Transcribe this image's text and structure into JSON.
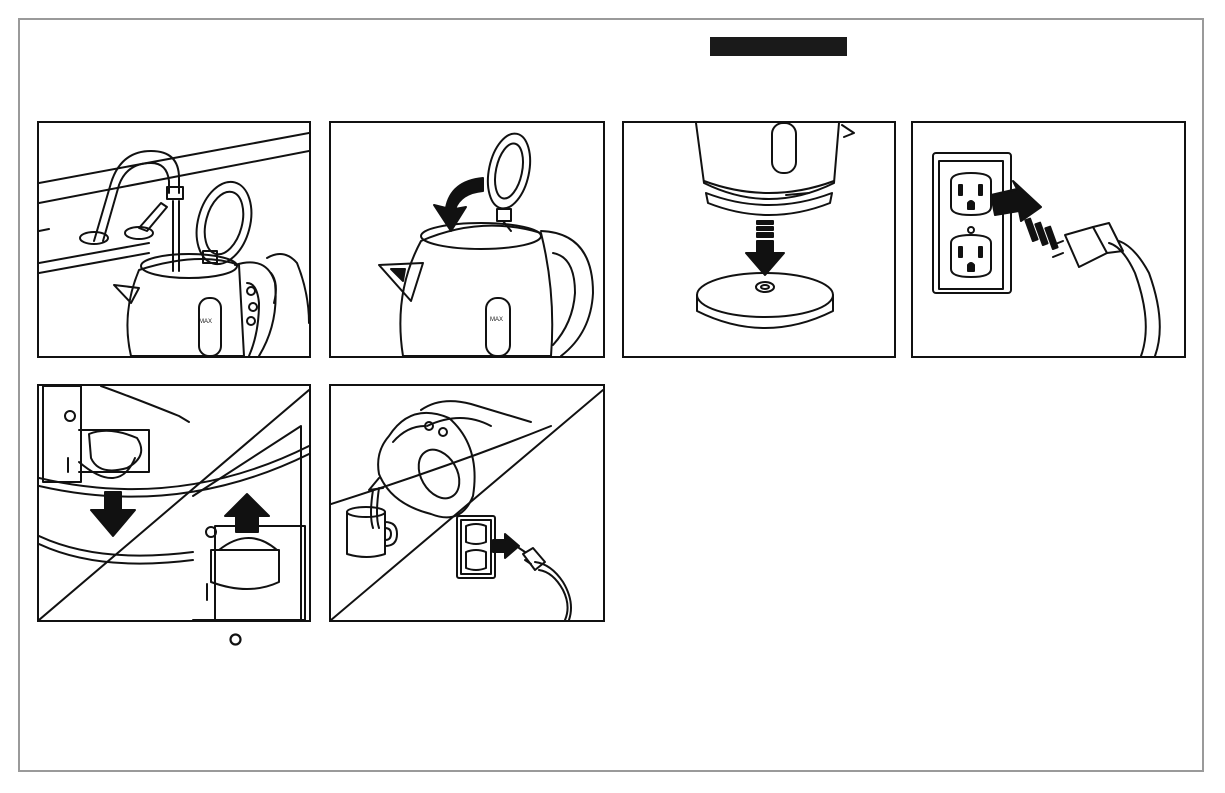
{
  "header": {
    "label": ""
  },
  "panels": [
    {
      "id": "fill-kettle"
    },
    {
      "id": "close-lid"
    },
    {
      "id": "place-on-base"
    },
    {
      "id": "plug-in"
    },
    {
      "id": "switch-on-off"
    },
    {
      "id": "pour-and-unplug"
    }
  ],
  "symbols": {
    "off_icon": "off-circle-icon"
  },
  "colors": {
    "ink": "#111111",
    "border": "#9a9a9a",
    "header_bg": "#1a1a1a"
  }
}
